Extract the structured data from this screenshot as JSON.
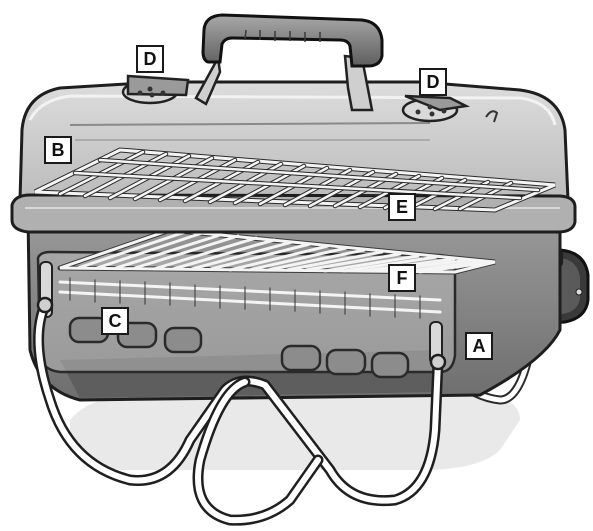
{
  "diagram": {
    "callouts": {
      "a": "A",
      "b": "B",
      "c": "C",
      "d1": "D",
      "d2": "D",
      "e": "E",
      "f": "F"
    },
    "colors": {
      "body_gray": "#8a8a8a",
      "lid_light": "#cfcfcf",
      "lid_shadow": "#9a9a9a",
      "dark": "#2b2b2b",
      "grate": "#f4f4f4",
      "legs": "#ffffff",
      "floor_shadow": "#e6e6e6"
    }
  }
}
